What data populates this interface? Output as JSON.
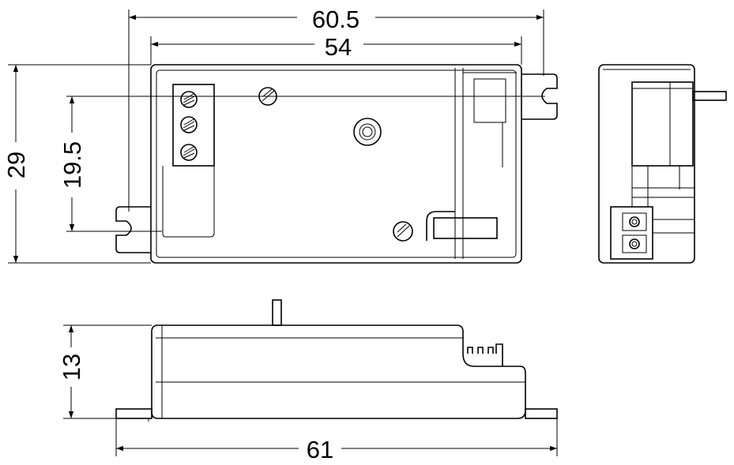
{
  "dimensions": {
    "overall_width_tabs": "60.5",
    "body_width": "54",
    "height": "29",
    "mount_pitch": "19.5",
    "thickness": "13",
    "overall_length": "61"
  }
}
